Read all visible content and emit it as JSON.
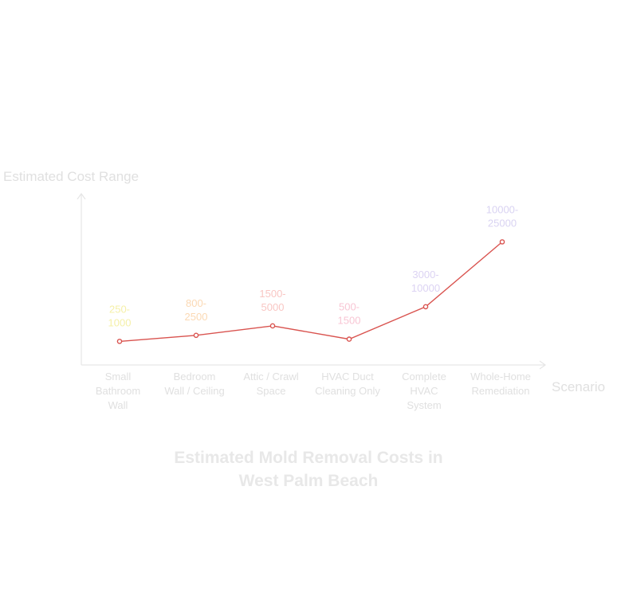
{
  "chart_data": {
    "type": "line",
    "title": "Estimated Mold Removal Costs in West Palm Beach",
    "title_lines": [
      "Estimated Mold Removal Costs in",
      "West Palm Beach"
    ],
    "xlabel": "Scenario",
    "ylabel": "Estimated Cost Range",
    "categories": [
      "Small Bathroom Wall",
      "Bedroom Wall / Ceiling",
      "Attic / Crawl Space",
      "HVAC Duct Cleaning Only",
      "Complete HVAC System",
      "Whole-Home Remediation"
    ],
    "category_lines": [
      [
        "Small",
        "Bathroom",
        "Wall"
      ],
      [
        "Bedroom",
        "Wall / Ceiling"
      ],
      [
        "Attic / Crawl",
        "Space"
      ],
      [
        "HVAC Duct",
        "Cleaning Only"
      ],
      [
        "Complete",
        "HVAC",
        "System"
      ],
      [
        "Whole-Home",
        "Remediation"
      ]
    ],
    "range_labels": [
      "250-1000",
      "800-2500",
      "1500-5000",
      "500-1500",
      "3000-10000",
      "10000-25000"
    ],
    "range_label_lines": [
      [
        "250-",
        "1000"
      ],
      [
        "800-",
        "2500"
      ],
      [
        "1500-",
        "5000"
      ],
      [
        "500-",
        "1500"
      ],
      [
        "3000-",
        "10000"
      ],
      [
        "10000-",
        "25000"
      ]
    ],
    "values": [
      625,
      1650,
      3250,
      1000,
      6500,
      17500
    ],
    "ylim": [
      0,
      20000
    ],
    "grid": false,
    "colors": {
      "line": "#d9534f",
      "axis": "#e6e6e6",
      "axis_text": "#e0e0e0",
      "title": "#e8e8e8",
      "labels": [
        "#f5f0a8",
        "#fbd9b4",
        "#f9c7c4",
        "#f8c6d4",
        "#dcd3f3",
        "#d9d3f2"
      ]
    }
  }
}
